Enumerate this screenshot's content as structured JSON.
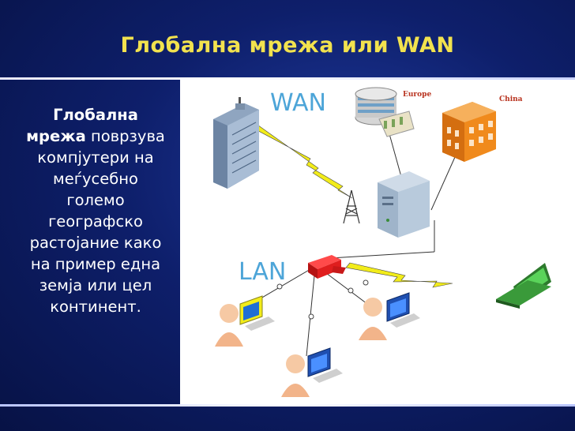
{
  "slide": {
    "title": "Глобална мрежа или WAN",
    "body_bold": "Глобална мрежа",
    "body_text": "поврзува компјутери на меѓусебно големо географско растојание како на пример една земја или цел континент."
  },
  "diagram": {
    "wan_label": "WAN",
    "lan_label": "LAN",
    "europe_label": "Europe",
    "china_label": "China"
  },
  "colors": {
    "title": "#f2e24e",
    "background": "#0e1f6b",
    "label_blue": "#4da5d8",
    "lightning": "#f2ec1a",
    "router": "#e01e1e"
  }
}
